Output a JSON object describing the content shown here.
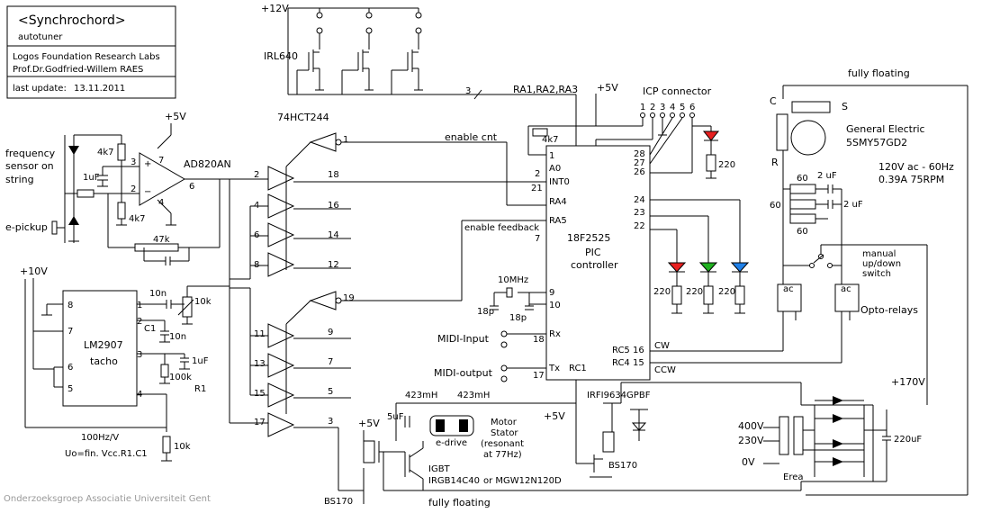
{
  "title_block": {
    "title": "<Synchrochord>",
    "subtitle": "autotuner",
    "lab": "Logos Foundation Research Labs",
    "author": "Prof.Dr.Godfried-Willem RAES",
    "update_label": "last update:",
    "update_date": "13.11.2011"
  },
  "footer": "Onderzoeksgroep Associatie Universiteit Gent",
  "labels": {
    "v12": "+12V",
    "irl640": "IRL640",
    "bus_count": "3",
    "ra_pins": "RA1,RA2,RA3",
    "v5_top": "+5V",
    "icp_connector": "ICP connector",
    "icp_pins": [
      "1",
      "2",
      "3",
      "4",
      "5",
      "6"
    ],
    "fully_floating_top": "fully floating",
    "c_label": "C",
    "s_label": "S",
    "r_label": "R",
    "ge_line1": "General Electric",
    "ge_line2": "5SMY57GD2",
    "motor_spec1": "120V ac - 60Hz",
    "motor_spec2": "0.39A   75RPM",
    "r60_a": "60",
    "r60_b": "60",
    "r60_c": "60",
    "cap2u_a": "2 uF",
    "cap2u_b": "2 uF",
    "manual_switch": [
      "manual",
      "up/down",
      "switch"
    ],
    "ac1": "ac",
    "ac2": "ac",
    "opto_relays": "Opto-relays",
    "freq_sensor": [
      "frequency",
      "sensor on",
      "string"
    ],
    "e_pickup": "e-pickup",
    "r4k7_a": "4k7",
    "r4k7_b": "4k7",
    "c1uf": "1uF",
    "v5_opamp": "+5V",
    "ad820": "AD820AN",
    "op_pins": [
      "3",
      "2",
      "7",
      "4",
      "6"
    ],
    "r47k": "47k",
    "hct244": "74HCT244",
    "enable_cnt": "enable cnt",
    "enable_feedback": "enable feedback",
    "r4k7_pic": "4k7",
    "pic_name": "18F2525",
    "pic_sub1": "PIC",
    "pic_sub2": "controller",
    "pic_left_pins": [
      "1",
      "A0",
      "2",
      "INT0",
      "21",
      "RA4",
      "RA5",
      "7",
      "9",
      "10",
      "Rx",
      "18",
      "Tx",
      "17"
    ],
    "pic_right_pins": [
      "28",
      "27",
      "26",
      "24",
      "23",
      "22",
      "RC5 16",
      "RC4 15",
      "RC1"
    ],
    "buf_pins_left": [
      "1",
      "2",
      "4",
      "6",
      "8",
      "19",
      "11",
      "13",
      "15",
      "17"
    ],
    "buf_pins_right": [
      "18",
      "16",
      "14",
      "12",
      "9",
      "7",
      "5",
      "3"
    ],
    "r220": [
      "220",
      "220",
      "220",
      "220"
    ],
    "xtal": "10MHz",
    "c18p_a": "18p",
    "c18p_b": "18p",
    "midi_in": "MIDI-Input",
    "midi_out": "MIDI-output",
    "cw": "CW",
    "ccw": "CCW",
    "v10": "+10V",
    "lm2907": "LM2907",
    "tacho": "tacho",
    "lm_pins_left": [
      "8",
      "7",
      "6",
      "5"
    ],
    "lm_pins_right": [
      "1",
      "2",
      "3",
      "4"
    ],
    "c10n_a": "10n",
    "c10n_b": "10n",
    "c1_label": "C1",
    "r10k_pot": "10k",
    "c1uf_b": "1uF",
    "r100k": "100k",
    "r1_label": "R1",
    "r10k": "10k",
    "formula1": "100Hz/V",
    "formula2": "Uo=fin. Vcc.R1.C1",
    "ind_a": "423mH",
    "ind_b": "423mH",
    "c5uf": "5uF",
    "motor_stator": [
      "Motor",
      "Stator",
      "(resonant",
      "at 77Hz)"
    ],
    "e_drive": "e-drive",
    "igbt1": "IGBT",
    "igbt2": "IRGB14C40",
    "igbt3": "or MGW12N120D",
    "v5_bs": "+5V",
    "bs170_a": "BS170",
    "bs170_b": "BS170",
    "irf": "IRFI9634GPBF",
    "v5_irf": "+5V",
    "fully_floating_bottom": "fully floating",
    "v170": "+170V",
    "v400": "400V",
    "v230": "230V",
    "v0": "0V",
    "erea": "Erea",
    "c220u": "220uF"
  },
  "colors": {
    "led_red": "#e82020",
    "led_green": "#20b020",
    "led_blue": "#2080e8",
    "footer_gray": "#9a9a9a"
  }
}
